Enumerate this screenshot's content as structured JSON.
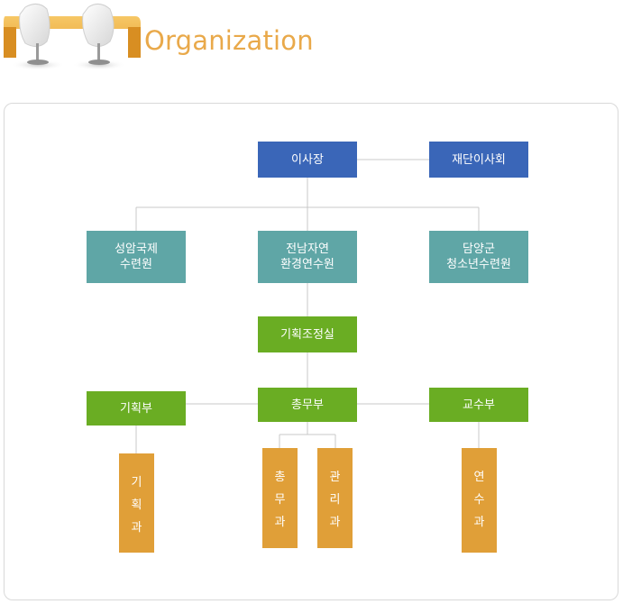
{
  "header": {
    "title": "Organization"
  },
  "org": {
    "chair": "이사장",
    "board": "재단이사회",
    "seongam": [
      "성암국제",
      "수련원"
    ],
    "jeonnam": [
      "전남자연",
      "환경연수원"
    ],
    "damyang": [
      "담양군",
      "청소년수련원"
    ],
    "plan_office": "기획조정실",
    "plan_dept": "기획부",
    "gen_dept": "총무부",
    "edu_dept": "교수부",
    "plan_sec": [
      "기",
      "획",
      "과"
    ],
    "gen_sec": [
      "총",
      "무",
      "과"
    ],
    "mgmt_sec": [
      "관",
      "리",
      "과"
    ],
    "train_sec": [
      "연",
      "수",
      "과"
    ]
  },
  "colors": {
    "title": "#e9a94a",
    "blue": "#3a66b8",
    "teal": "#5fa6a6",
    "green": "#6aad23",
    "orange": "#e09f38",
    "line": "#c8c8c8"
  }
}
